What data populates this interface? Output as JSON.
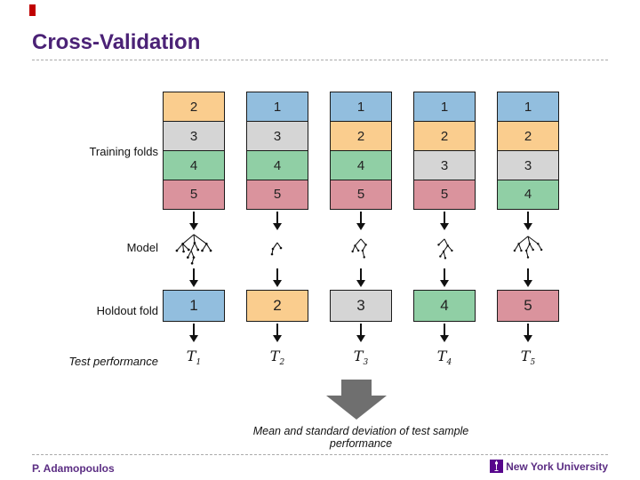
{
  "slide": {
    "title": "Cross-Validation",
    "footer_left": "P. Adamopoulos",
    "footer_right": "New York University",
    "title_color": "#4B2276",
    "accent_bar_color": "#C00000",
    "footer_color": "#5B2D83"
  },
  "diagram": {
    "row_labels": {
      "training": "Training folds",
      "model": "Model",
      "holdout": "Holdout fold",
      "test": "Test performance"
    },
    "fold_colors": {
      "1": "#92BEDE",
      "2": "#FACD8E",
      "3": "#D5D5D5",
      "4": "#90CFA5",
      "5": "#DA939D"
    },
    "columns": [
      {
        "training_folds": [
          2,
          3,
          4,
          5
        ],
        "holdout_fold": 1,
        "test_label": "T",
        "test_sub": "1"
      },
      {
        "training_folds": [
          1,
          3,
          4,
          5
        ],
        "holdout_fold": 2,
        "test_label": "T",
        "test_sub": "2"
      },
      {
        "training_folds": [
          1,
          2,
          4,
          5
        ],
        "holdout_fold": 3,
        "test_label": "T",
        "test_sub": "3"
      },
      {
        "training_folds": [
          1,
          2,
          3,
          5
        ],
        "holdout_fold": 4,
        "test_label": "T",
        "test_sub": "4"
      },
      {
        "training_folds": [
          1,
          2,
          3,
          4
        ],
        "holdout_fold": 5,
        "test_label": "T",
        "test_sub": "5"
      }
    ],
    "caption": "Mean and standard deviation of test sample performance",
    "arrow_color": "#6F6F6F"
  }
}
